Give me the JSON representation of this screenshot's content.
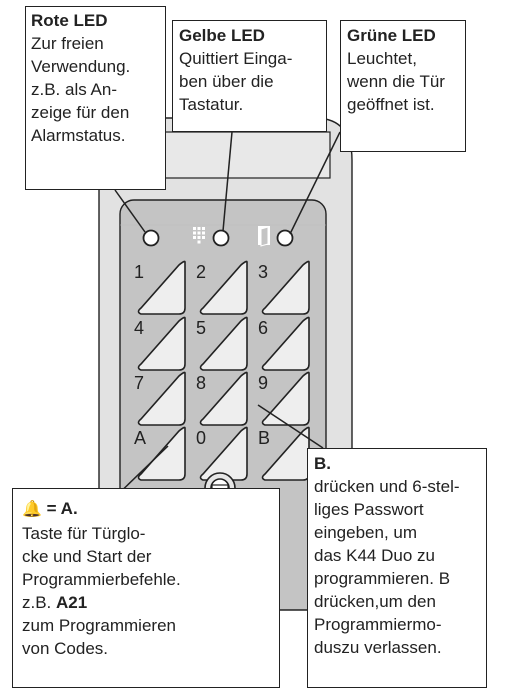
{
  "keypad": {
    "keys": [
      {
        "label": "1"
      },
      {
        "label": "2"
      },
      {
        "label": "3"
      },
      {
        "label": "4"
      },
      {
        "label": "5"
      },
      {
        "label": "6"
      },
      {
        "label": "7"
      },
      {
        "label": "8"
      },
      {
        "label": "9"
      },
      {
        "label": "A"
      },
      {
        "label": "0"
      },
      {
        "label": "B"
      }
    ],
    "colors": {
      "panel": "#c4c4c4",
      "frame": "#dcdcdc",
      "key_fill": "#eeeeee",
      "line": "#222222"
    }
  },
  "callouts": {
    "red": {
      "title": "Rote LED",
      "lines": [
        "Zur freien",
        "Verwendung.",
        "z.B. als An-",
        "zeige für den",
        "Alarmstatus."
      ]
    },
    "yellow": {
      "title": "Gelbe LED",
      "lines": [
        "Quittiert Einga-",
        "ben über die",
        "Tastatur."
      ]
    },
    "green": {
      "title": "Grüne LED",
      "lines": [
        "Leuchtet,",
        "wenn die Tür",
        "geöffnet ist."
      ]
    },
    "a": {
      "symbol": "🔔",
      "title": "= A.",
      "lines": [
        "Taste für Türglo-",
        "cke und Start der",
        "Programmierbefehle."
      ],
      "example_prefix": "z.B.",
      "example_code": "A21",
      "lines2": [
        "zum Programmieren",
        "von Codes."
      ]
    },
    "b": {
      "title": "B.",
      "lines": [
        "drücken und 6-stel-",
        "liges Passwort",
        "eingeben, um",
        "das K44 Duo zu",
        "programmieren. B",
        "drücken,um den",
        "Programmiermo-",
        "duszu verlassen."
      ]
    }
  }
}
